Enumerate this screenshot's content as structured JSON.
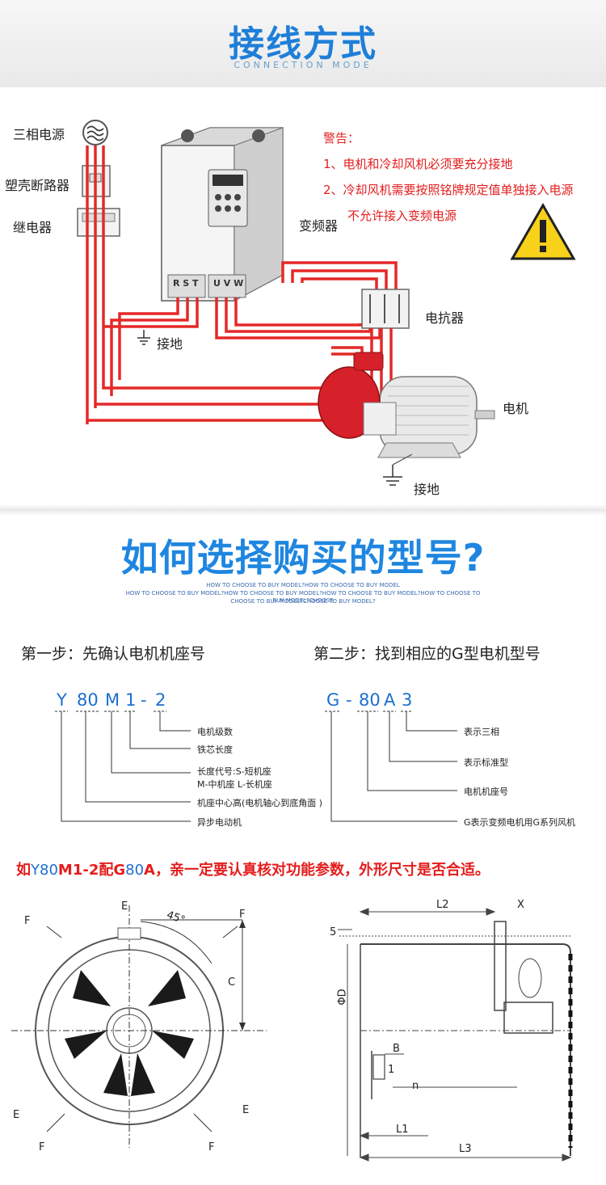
{
  "wiring": {
    "title": "接线方式",
    "subtitle": "CONNECTION MODE",
    "labels": {
      "power": "三相电源",
      "breaker": "塑壳断路器",
      "relay": "继电器",
      "inverter": "变频器",
      "reactor": "电抗器",
      "motor": "电机",
      "ground1": "接地",
      "ground2": "接地",
      "terminals_in": "R S T",
      "terminals_out": "U V W"
    },
    "warning": {
      "title": "警告：",
      "line1": "1、电机和冷却风机必须要充分接地",
      "line2": "2、冷却风机需要按照铭牌规定值单独接入电源",
      "line3": "不允许接入变频电源"
    }
  },
  "select": {
    "title": "如何选择购买的型号?",
    "sub_lines": [
      "HOW TO CHOOSE TO BUY MODEL?HOW TO CHOOSE TO BUY MODEL",
      "HOW TO CHOOSE TO BUY MODEL?HOW TO CHOOSE TO BUY MODEL?HOW TO CHOOSE TO BUY MODEL?HOW TO CHOOSE TO BUY MODEL?CHOOSE",
      "CHOOSE TO BUY MODEL?CHOOSE TO BUY MODEL?"
    ],
    "step1": {
      "title": "第一步：先确认电机机座号",
      "code_parts": [
        "Y",
        "80",
        "M",
        "1",
        "-",
        "2"
      ],
      "annotations": [
        "电机级数",
        "铁芯长度",
        "长度代号:S-短机座",
        "M-中机座   L-长机座",
        "机座中心高(电机轴心到底角面 )",
        "异步电动机"
      ]
    },
    "step2": {
      "title": "第二步：找到相应的G型电机型号",
      "code_parts": [
        "G",
        "-",
        "80",
        "A",
        "3"
      ],
      "annotations": [
        "表示三相",
        "表示标准型",
        "电机机座号",
        "G表示变频电机用G系列风机"
      ]
    },
    "note": {
      "p1": "如",
      "p2": "Y80",
      "p3": "M1-2配G",
      "p4": "80",
      "p5": "A",
      "p6": "，亲一定要认真核对功能参数，外形尺寸是否合适。"
    }
  },
  "drawing": {
    "front": {
      "E_top": "E",
      "angle": "45°",
      "F_tl": "F",
      "F_tr": "F",
      "C": "C",
      "E_left": "E",
      "E_right": "E",
      "F_bl": "F",
      "F_br": "F"
    },
    "side": {
      "L2": "L2",
      "X": "X",
      "five": "5",
      "PhiD": "ΦD",
      "B": "B",
      "one": "1",
      "n": "n",
      "L1": "L1",
      "L3": "L3"
    }
  },
  "colors": {
    "accent_blue": "#1e7fd8",
    "warning_red": "#e41d1d",
    "wire_red": "#e52828",
    "motor_red": "#d6202a"
  }
}
